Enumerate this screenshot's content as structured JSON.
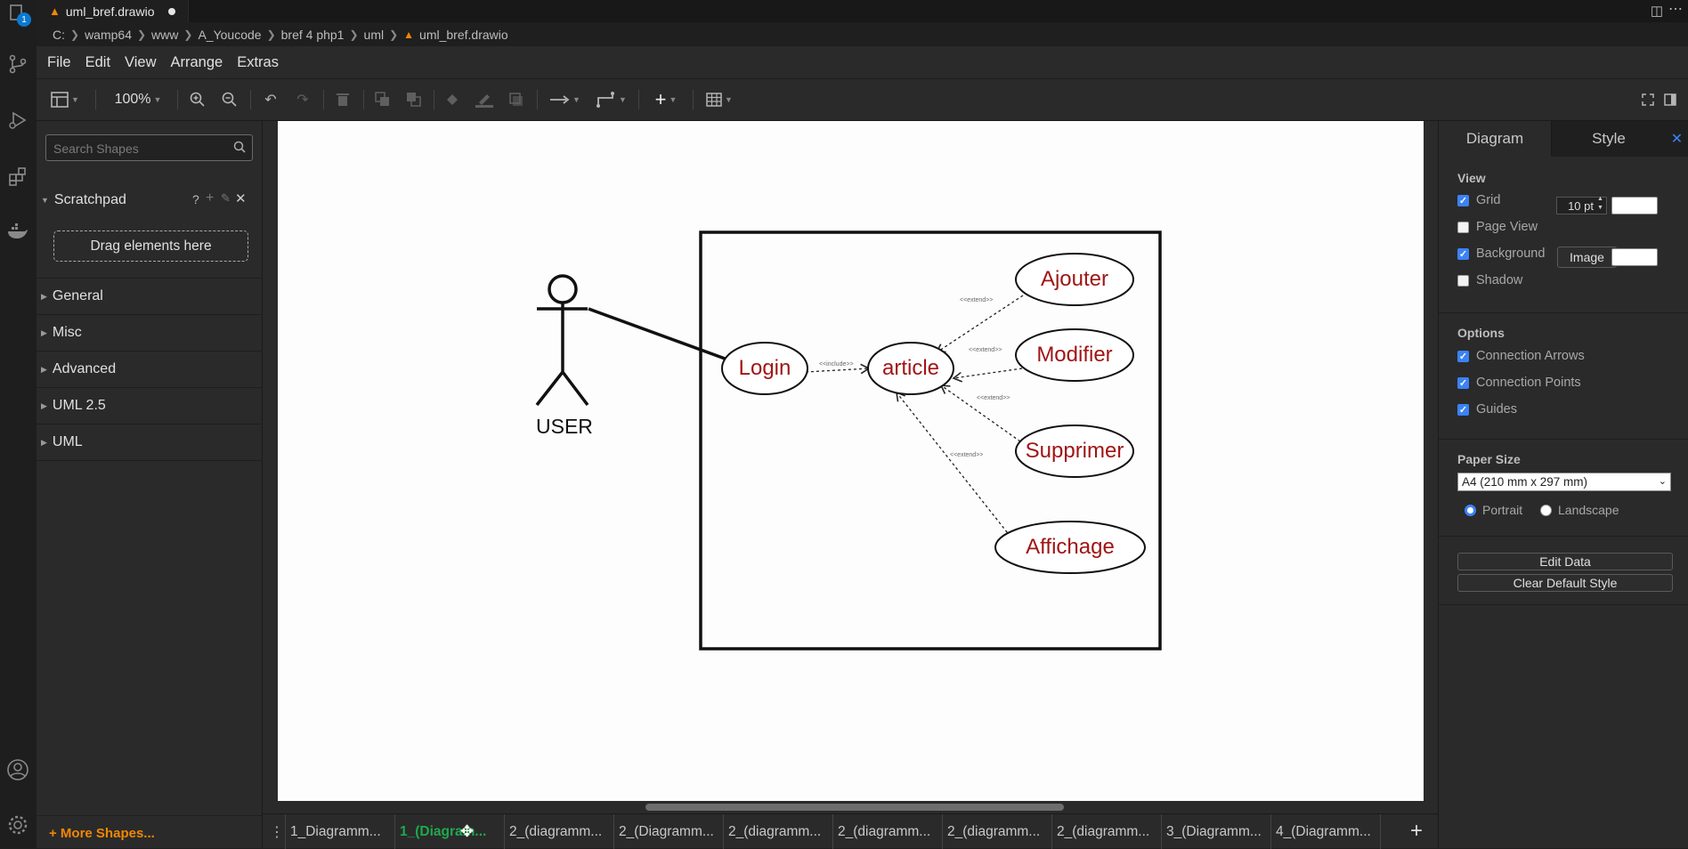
{
  "activity_bar": {
    "badge_count": "1",
    "icons": [
      "explorer-icon",
      "source-control-icon",
      "run-debug-icon",
      "extensions-icon",
      "docker-icon",
      "account-icon",
      "settings-gear-icon"
    ]
  },
  "tab": {
    "filename": "uml_bref.drawio"
  },
  "breadcrumb": [
    "C:",
    "wamp64",
    "www",
    "A_Youcode",
    "bref 4 php1",
    "uml",
    "uml_bref.drawio"
  ],
  "menu": [
    "File",
    "Edit",
    "View",
    "Arrange",
    "Extras"
  ],
  "toolbar": {
    "zoom": "100%"
  },
  "left_panel": {
    "search_placeholder": "Search Shapes",
    "scratchpad": {
      "title": "Scratchpad",
      "help": "?",
      "drop_text": "Drag elements here"
    },
    "sections": [
      "General",
      "Misc",
      "Advanced",
      "UML 2.5",
      "UML"
    ],
    "more_shapes": "+ More Shapes..."
  },
  "diagram": {
    "actor_label": "USER",
    "use_cases": {
      "login": "Login",
      "article": "article",
      "ajouter": "Ajouter",
      "modifier": "Modifier",
      "supprimer": "Supprimer",
      "affichage": "Affichage"
    },
    "edge_labels": {
      "include": "<<include>>",
      "extend": "<<extend>>"
    },
    "colors": {
      "use_case_text": "#a01515",
      "accent_orange": "#f08705",
      "active_page": "#1fa84f"
    }
  },
  "page_tabs": [
    "1_Diagramm...",
    "1_(Diagram...",
    "2_(diagramm...",
    "2_(Diagramm...",
    "2_(diagramm...",
    "2_(diagramm...",
    "2_(diagramm...",
    "2_(diagramm...",
    "3_(Diagramm...",
    "4_(Diagramm..."
  ],
  "right_panel": {
    "tabs": [
      "Diagram",
      "Style"
    ],
    "view_header": "View",
    "grid": {
      "label": "Grid",
      "checked": true,
      "size": "10 pt"
    },
    "page_view": {
      "label": "Page View",
      "checked": false
    },
    "background": {
      "label": "Background",
      "checked": true,
      "image_button": "Image"
    },
    "shadow": {
      "label": "Shadow",
      "checked": false
    },
    "options_header": "Options",
    "options": [
      {
        "label": "Connection Arrows",
        "checked": true
      },
      {
        "label": "Connection Points",
        "checked": true
      },
      {
        "label": "Guides",
        "checked": true
      }
    ],
    "paper_size_header": "Paper Size",
    "paper_size": "A4 (210 mm x 297 mm)",
    "orientation": {
      "portrait": "Portrait",
      "landscape": "Landscape",
      "selected": "portrait"
    },
    "edit_data": "Edit Data",
    "clear_default_style": "Clear Default Style"
  }
}
